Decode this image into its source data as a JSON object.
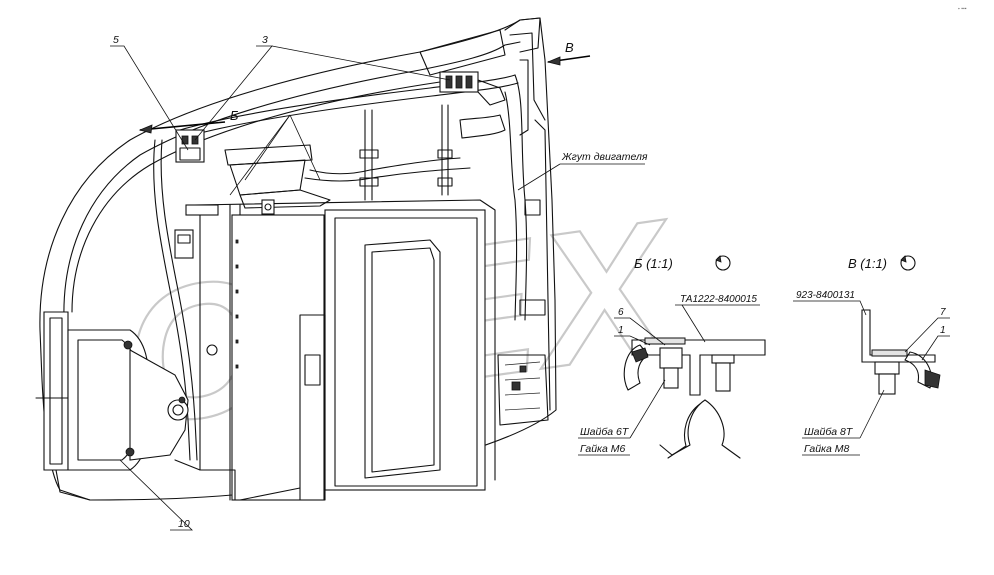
{
  "watermark": "OPEX",
  "corner_mark": "⬩ ▪▪▪",
  "callouts": {
    "item_5": "5",
    "item_3": "3",
    "item_10": "10",
    "view_b_arrow": "Б",
    "view_v_arrow": "В",
    "harness": "Жгут двигателя"
  },
  "detail_b": {
    "title": "Б (1:1)",
    "part_number": "ТА1222-8400015",
    "item_6": "6",
    "item_1": "1",
    "washer": "Шайба 6Т",
    "nut": "Гайка М6"
  },
  "detail_v": {
    "title": "В (1:1)",
    "part_number": "923-8400131",
    "item_7": "7",
    "item_1": "1",
    "washer": "Шайба 8Т",
    "nut": "Гайка М8"
  }
}
